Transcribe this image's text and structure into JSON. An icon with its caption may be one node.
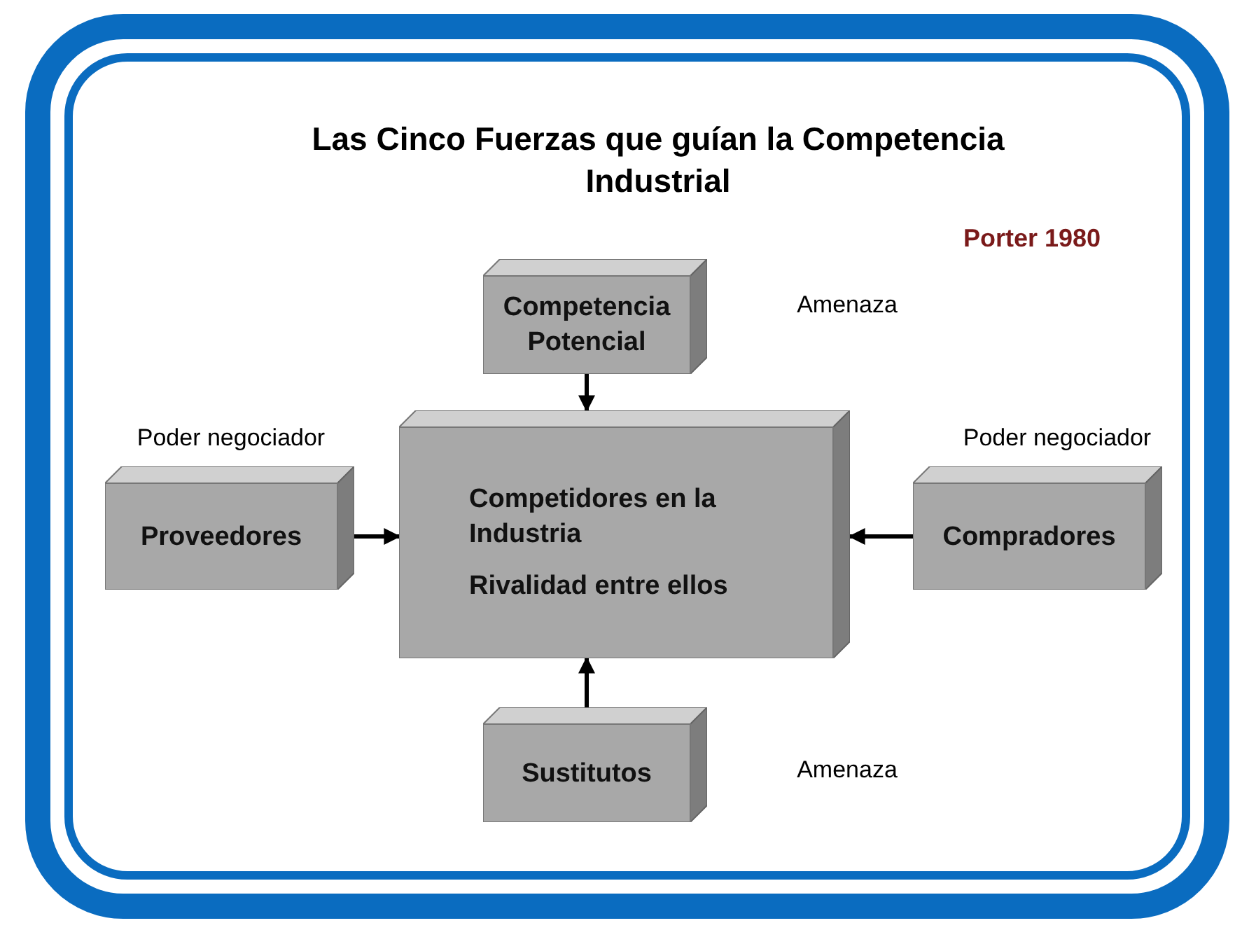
{
  "diagram": {
    "title": "Las Cinco Fuerzas que guían la Competencia Industrial",
    "nodes": [
      {
        "text": [
          "Competencia Potencial"
        ],
        "beside": [
          "Amenaza"
        ]
      },
      {
        "text": [
          "Competidores en la Industria",
          "Rivalidad entre ellos"
        ]
      },
      {
        "text": [
          "Proveedores"
        ],
        "beside": [
          "Poder negociador"
        ]
      },
      {
        "text": [
          "Compradores"
        ],
        "beside": [
          "Poder negociador"
        ]
      },
      {
        "text": [
          "Sustitutos"
        ],
        "beside": [
          "Amenaza"
        ]
      }
    ],
    "edges": [
      {
        "from": 0,
        "to": 1,
        "arrow": "to"
      },
      {
        "from": 2,
        "to": 1,
        "arrow": "to"
      },
      {
        "from": 3,
        "to": 1,
        "arrow": "to"
      },
      {
        "from": 4,
        "to": 1,
        "arrow": "to"
      }
    ],
    "labels": [
      "Porter 1980"
    ]
  }
}
